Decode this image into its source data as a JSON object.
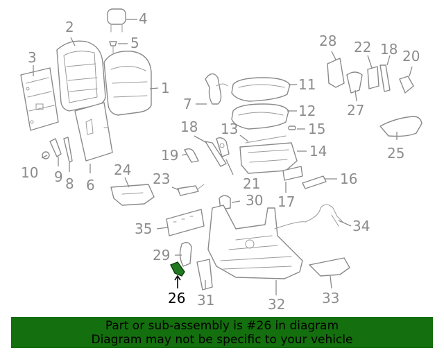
{
  "callouts": {
    "c1": "1",
    "c2": "2",
    "c3": "3",
    "c4": "4",
    "c5": "5",
    "c6": "6",
    "c7": "7",
    "c8": "8",
    "c9": "9",
    "c10": "10",
    "c11": "11",
    "c12": "12",
    "c13": "13",
    "c14": "14",
    "c15": "15",
    "c16": "16",
    "c17": "17",
    "c18a": "18",
    "c18b": "18",
    "c19": "19",
    "c20": "20",
    "c21": "21",
    "c22": "22",
    "c23": "23",
    "c24": "24",
    "c25": "25",
    "c26": "26",
    "c27": "27",
    "c28": "28",
    "c29": "29",
    "c30": "30",
    "c31": "31",
    "c32": "32",
    "c33": "33",
    "c34": "34",
    "c35": "35"
  },
  "highlight_part": "26",
  "banner": {
    "line1": "Part or sub-assembly is #26 in diagram",
    "line2": "Diagram may not be specific to your vehicle"
  },
  "colors": {
    "banner_bg": "#146f0e",
    "highlight_fill": "#1f7a1f",
    "line_gray": "#8a8a8a"
  }
}
